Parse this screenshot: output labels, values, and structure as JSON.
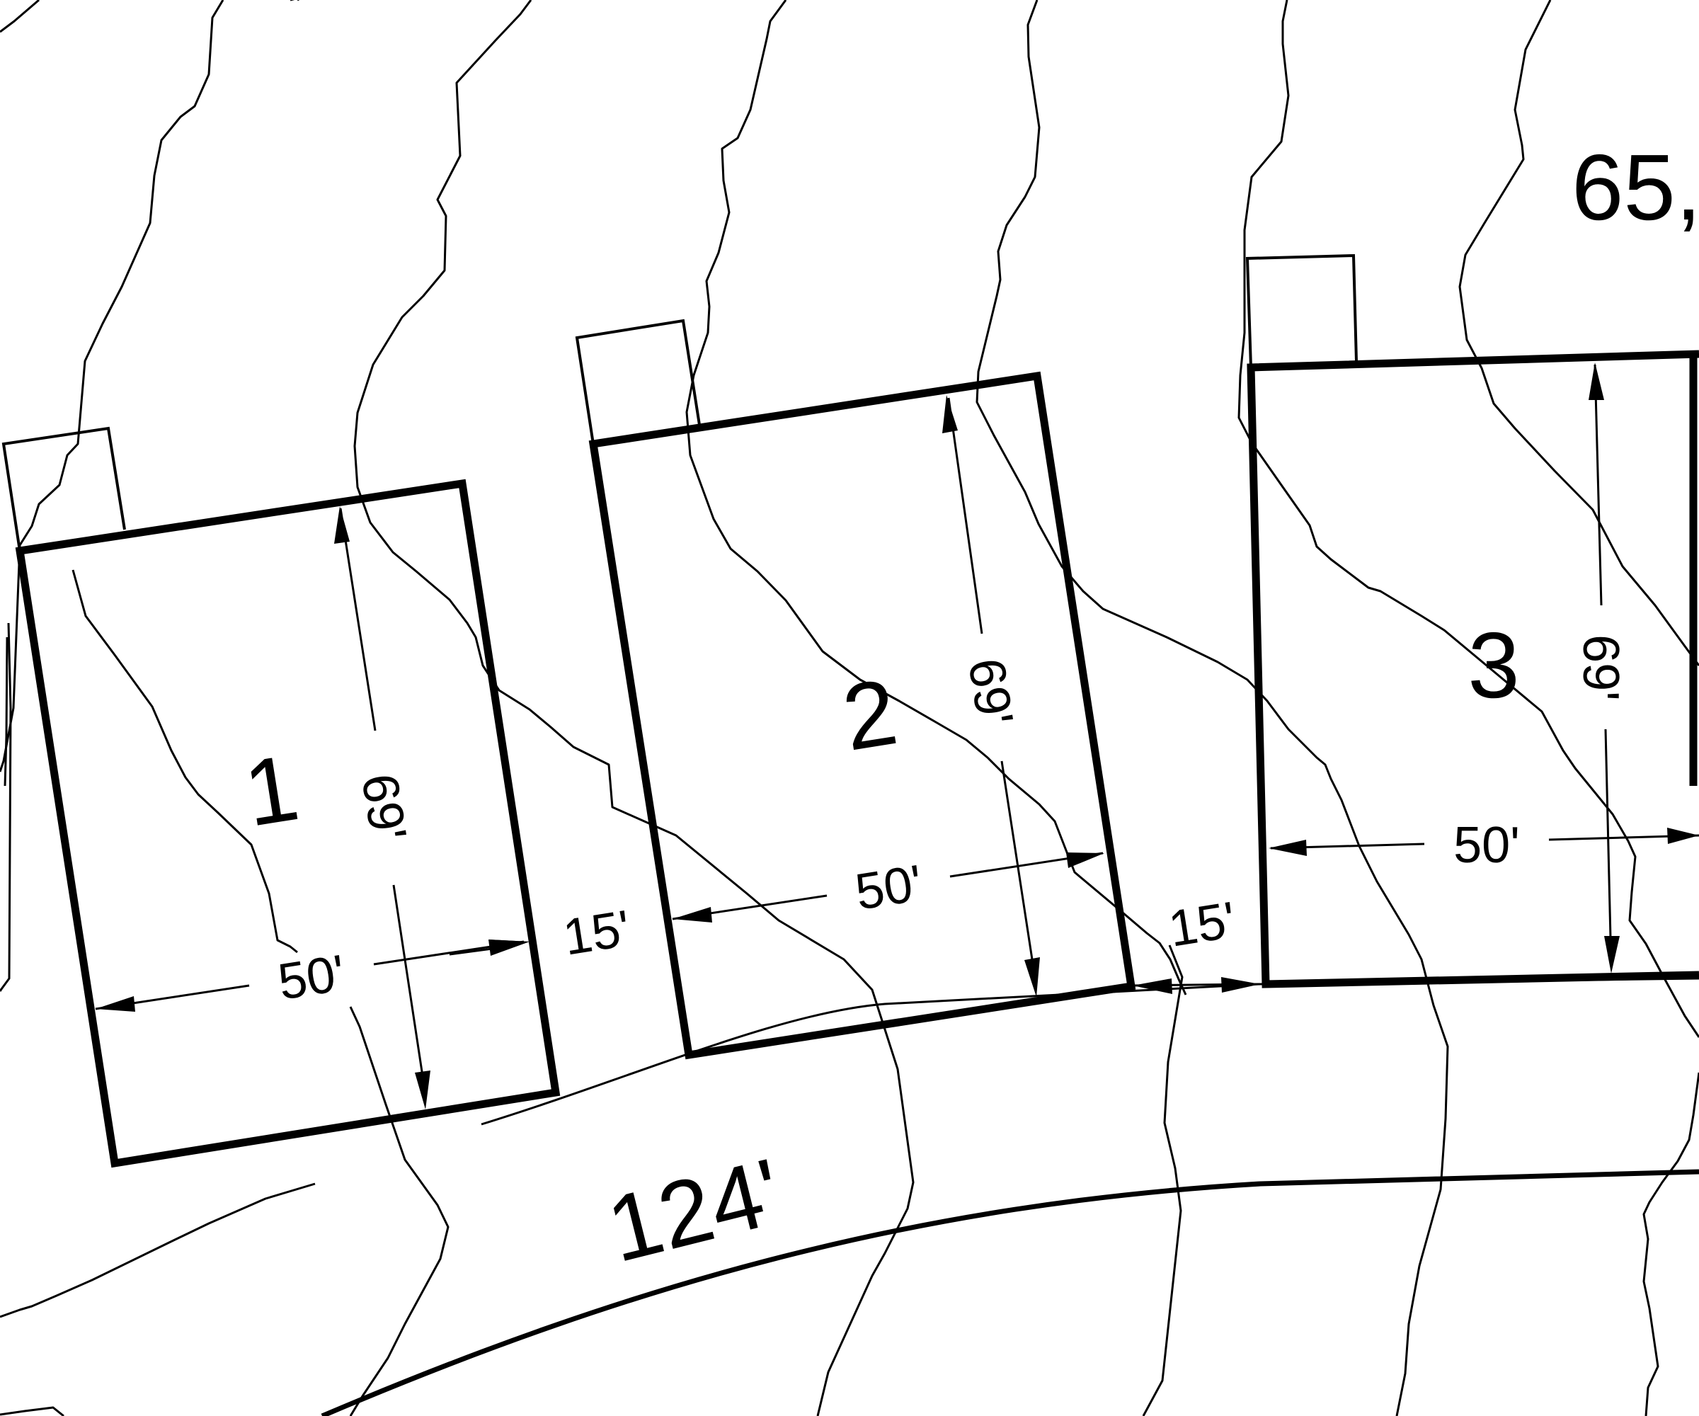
{
  "labels": {
    "area_fragment": "65,",
    "frontage": "124'",
    "side_setback_left": "15'",
    "side_setback_right": "15'"
  },
  "lots": [
    {
      "number": "1",
      "width": "50'",
      "depth": "69'"
    },
    {
      "number": "2",
      "width": "50'",
      "depth": "69'"
    },
    {
      "number": "3",
      "width": "50'",
      "depth": "69'"
    }
  ],
  "colors": {
    "line": "#000000",
    "background": "#ffffff"
  }
}
